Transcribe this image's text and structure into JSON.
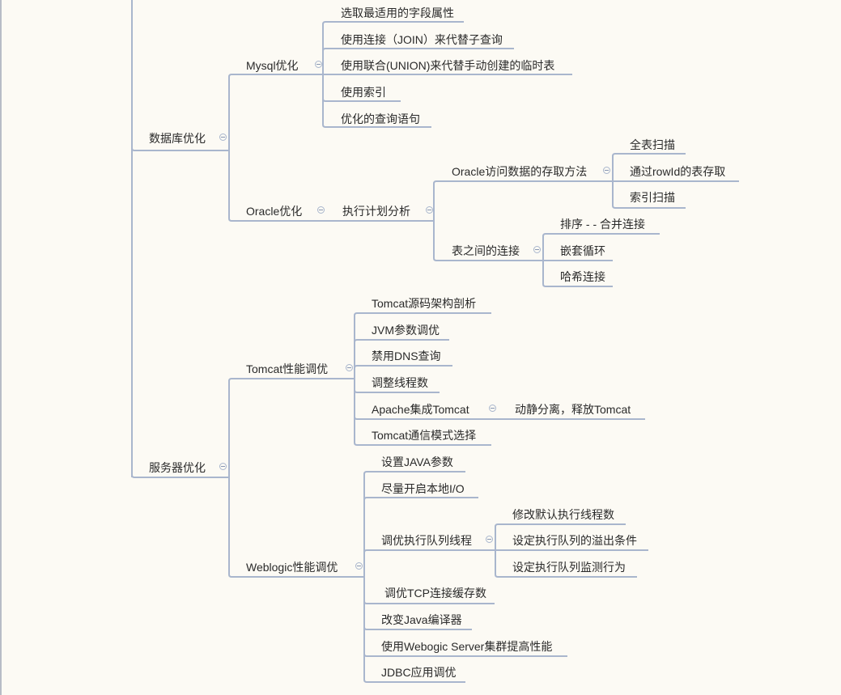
{
  "nodes": {
    "db": "数据库优化",
    "mysql": "Mysql优化",
    "m1": "选取最适用的字段属性",
    "m2": "使用连接（JOIN）来代替子查询",
    "m3": "使用联合(UNION)来代替手动创建的临时表",
    "m4": "使用索引",
    "m5": "优化的查询语句",
    "oracle": "Oracle优化",
    "plan": "执行计划分析",
    "access": "Oracle访问数据的存取方法",
    "a1": "全表扫描",
    "a2": "通过rowId的表存取",
    "a3": "索引扫描",
    "join": "表之间的连接",
    "j1": "排序 - - 合并连接",
    "j2": "嵌套循环",
    "j3": "哈希连接",
    "server": "服务器优化",
    "tomcat": "Tomcat性能调优",
    "t1": "Tomcat源码架构剖析",
    "t2": "JVM参数调优",
    "t3": "禁用DNS查询",
    "t4": "调整线程数",
    "t5": "Apache集成Tomcat",
    "t5a": "动静分离，释放Tomcat",
    "t6": "Tomcat通信模式选择",
    "weblogic": "Weblogic性能调优",
    "w1": "设置JAVA参数",
    "w2": "尽量开启本地I/O",
    "w3": "调优执行队列线程",
    "w3a": "修改默认执行线程数",
    "w3b": "设定执行队列的溢出条件",
    "w3c": "设定执行队列监测行为",
    "w4": "调优TCP连接缓存数",
    "w5": "改变Java编译器",
    "w6": "使用Webogic Server集群提高性能",
    "w7": "JDBC应用调优"
  },
  "colors": {
    "background": "#fcfaf4",
    "connector": "#a9b6cd",
    "text": "#2a2a2a"
  }
}
